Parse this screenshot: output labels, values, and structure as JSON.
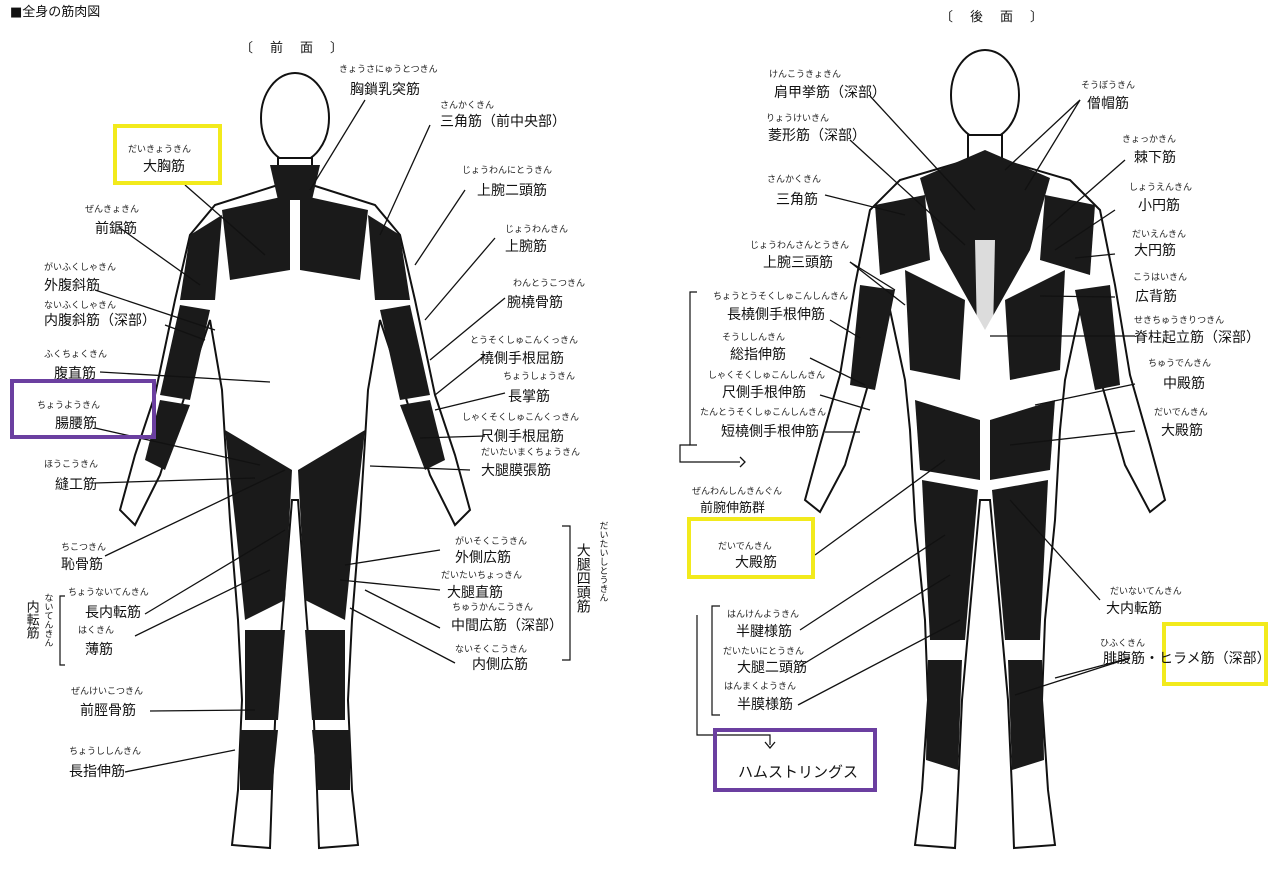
{
  "page_title": "■全身の筋肉図",
  "accent_colors": {
    "yellow_box": "#f2ea1c",
    "purple_box": "#6b3fa0"
  },
  "front": {
    "heading": "〔　前　面　〕",
    "labels": [
      {
        "furigana": "きょうさにゅうとつきん",
        "name": "胸鎖乳突筋"
      },
      {
        "furigana": "さんかくきん",
        "name": "三角筋（前中央部）"
      },
      {
        "furigana": "だいきょうきん",
        "name": "大胸筋"
      },
      {
        "furigana": "じょうわんにとうきん",
        "name": "上腕二頭筋"
      },
      {
        "furigana": "ぜんきょきん",
        "name": "前鋸筋"
      },
      {
        "furigana": "じょうわんきん",
        "name": "上腕筋"
      },
      {
        "furigana": "がいふくしゃきん",
        "name": "外腹斜筋"
      },
      {
        "furigana": "わんとうこつきん",
        "name": "腕橈骨筋"
      },
      {
        "furigana": "ないふくしゃきん",
        "name": "内腹斜筋（深部）"
      },
      {
        "furigana": "とうそくしゅこんくっきん",
        "name": "橈側手根屈筋"
      },
      {
        "furigana": "ふくちょくきん",
        "name": "腹直筋"
      },
      {
        "furigana": "ちょうしょうきん",
        "name": "長掌筋"
      },
      {
        "furigana": "ちょうようきん",
        "name": "腸腰筋"
      },
      {
        "furigana": "しゃくそくしゅこんくっきん",
        "name": "尺側手根屈筋"
      },
      {
        "furigana": "だいたいまくちょうきん",
        "name": "大腿膜張筋"
      },
      {
        "furigana": "ほうこうきん",
        "name": "縫工筋"
      },
      {
        "furigana": "ちこつきん",
        "name": "恥骨筋"
      },
      {
        "furigana": "がいそくこうきん",
        "name": "外側広筋"
      },
      {
        "furigana": "だいたいちょっきん",
        "name": "大腿直筋"
      },
      {
        "furigana": "ちょうないてんきん",
        "name": "長内転筋"
      },
      {
        "furigana": "ちゅうかんこうきん",
        "name": "中間広筋（深部）"
      },
      {
        "furigana": "はくきん",
        "name": "薄筋"
      },
      {
        "furigana": "ないそくこうきん",
        "name": "内側広筋"
      },
      {
        "furigana": "ぜんけいこつきん",
        "name": "前脛骨筋"
      },
      {
        "furigana": "ちょうししんきん",
        "name": "長指伸筋"
      }
    ],
    "group_adductor": {
      "furigana": "ないてんきん",
      "name": "内転筋"
    },
    "group_quadriceps": {
      "furigana": "だいたいしとうきん",
      "name": "大腿四頭筋"
    }
  },
  "back": {
    "heading": "〔　後　面　〕",
    "labels": [
      {
        "furigana": "けんこうきょきん",
        "name": "肩甲挙筋（深部）"
      },
      {
        "furigana": "そうぼうきん",
        "name": "僧帽筋"
      },
      {
        "furigana": "りょうけいきん",
        "name": "菱形筋（深部）"
      },
      {
        "furigana": "きょっかきん",
        "name": "棘下筋"
      },
      {
        "furigana": "さんかくきん",
        "name": "三角筋"
      },
      {
        "furigana": "しょうえんきん",
        "name": "小円筋"
      },
      {
        "furigana": "だいえんきん",
        "name": "大円筋"
      },
      {
        "furigana": "じょうわんさんとうきん",
        "name": "上腕三頭筋"
      },
      {
        "furigana": "こうはいきん",
        "name": "広背筋"
      },
      {
        "furigana": "ちょうとうそくしゅこんしんきん",
        "name": "長橈側手根伸筋"
      },
      {
        "furigana": "せきちゅうきりつきん",
        "name": "脊柱起立筋（深部）"
      },
      {
        "furigana": "そうししんきん",
        "name": "総指伸筋"
      },
      {
        "furigana": "ちゅうでんきん",
        "name": "中殿筋"
      },
      {
        "furigana": "しゃくそくしゅこんしんきん",
        "name": "尺側手根伸筋"
      },
      {
        "furigana": "たんとうそくしゅこんしんきん",
        "name": "短橈側手根伸筋"
      },
      {
        "furigana": "だいでんきん",
        "name": "大殿筋"
      },
      {
        "furigana": "ぜんわんしんきんぐん",
        "name": "前腕伸筋群"
      },
      {
        "furigana": "だいでんきん",
        "name": "大殿筋"
      },
      {
        "furigana": "だいないてんきん",
        "name": "大内転筋"
      },
      {
        "furigana": "はんけんようきん",
        "name": "半腱様筋"
      },
      {
        "furigana": "だいたいにとうきん",
        "name": "大腿二頭筋"
      },
      {
        "furigana": "はんまくようきん",
        "name": "半膜様筋"
      }
    ],
    "gastro": {
      "furigana": "ひふくきん",
      "name": "腓腹筋・ヒラメ筋（深部）"
    },
    "hamstrings": "ハムストリングス"
  }
}
